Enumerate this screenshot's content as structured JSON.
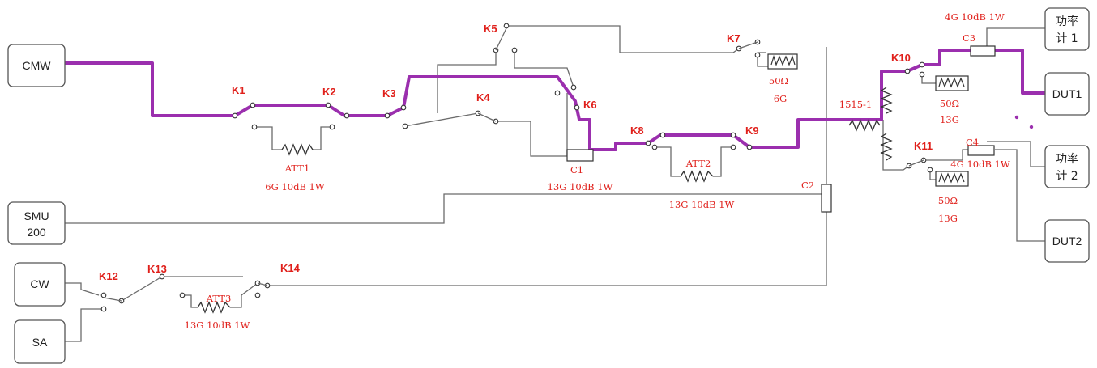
{
  "colors": {
    "path": "#9b2fae",
    "wire": "#6b6b6b",
    "label": "#e0201b",
    "box": "#555555"
  },
  "instruments": {
    "cmw": "CMW",
    "smu_line1": "SMU",
    "smu_line2": "200",
    "cw": "CW",
    "sa": "SA",
    "pm1_line1": "功率",
    "pm1_line2": "计 1",
    "pm2_line1": "功率",
    "pm2_line2": "计 2",
    "dut1": "DUT1",
    "dut2": "DUT2"
  },
  "switches": {
    "k1": "K1",
    "k2": "K2",
    "k3": "K3",
    "k4": "K4",
    "k5": "K5",
    "k6": "K6",
    "k7": "K7",
    "k8": "K8",
    "k9": "K9",
    "k10": "K10",
    "k11": "K11",
    "k12": "K12",
    "k13": "K13",
    "k14": "K14"
  },
  "components": {
    "att1_name": "ATT1",
    "att1_spec": "6G 10dB 1W",
    "att2_name": "ATT2",
    "att2_spec": "13G 10dB 1W",
    "att3_name": "ATT3",
    "att3_spec": "13G 10dB 1W",
    "c1_name": "C1",
    "c1_spec": "13G 10dB 1W",
    "c2_name": "C2",
    "c3_name": "C3",
    "c3_spec": "4G 10dB 1W",
    "c4_name": "C4",
    "c4_spec": "4G 10dB 1W",
    "splitter": "1515-1",
    "load_k7_value": "50Ω",
    "load_k7_freq": "6G",
    "load_k10_value": "50Ω",
    "load_k10_freq": "13G",
    "load_k11_value": "50Ω",
    "load_k11_freq": "13G"
  }
}
